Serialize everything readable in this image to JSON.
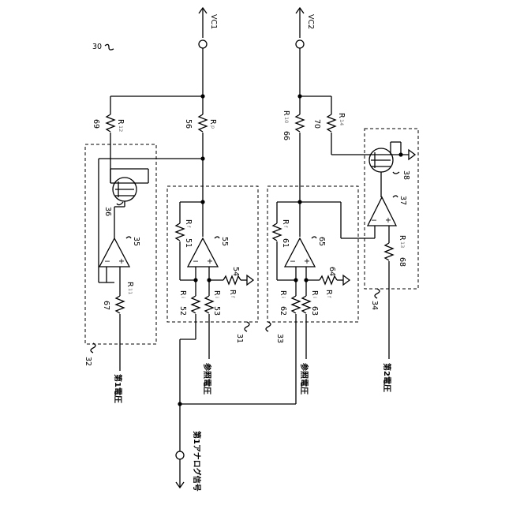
{
  "figure_number": "30",
  "terminals": {
    "vc1": "VC1",
    "vc2": "VC2",
    "first_analog_signal": "第1アナログ信号",
    "first_voltage": "第1電圧",
    "second_voltage": "第2電圧",
    "reference_voltage_a": "参照電圧",
    "reference_voltage_b": "参照電圧"
  },
  "blocks": [
    "31",
    "32",
    "33",
    "34"
  ],
  "components": {
    "r51": {
      "ref": "51",
      "sym": "R",
      "sub": "f"
    },
    "r52": {
      "ref": "52",
      "sym": "R",
      "sub": "i"
    },
    "r53": {
      "ref": "53",
      "sym": "R",
      "sub": "i"
    },
    "r54": {
      "ref": "54",
      "sym": "R",
      "sub": "f"
    },
    "r56": {
      "ref": "56",
      "sym": "R",
      "sub": "p"
    },
    "r61": {
      "ref": "61",
      "sym": "R",
      "sub": "f"
    },
    "r62": {
      "ref": "62",
      "sym": "R",
      "sub": "i"
    },
    "r63": {
      "ref": "63",
      "sym": "R",
      "sub": "i"
    },
    "r64": {
      "ref": "64",
      "sym": "R",
      "sub": "f"
    },
    "r66": {
      "ref": "66",
      "sym": "R",
      "sub": "10"
    },
    "r67": {
      "ref": "67",
      "sym": "R",
      "sub": "11"
    },
    "r68": {
      "ref": "68",
      "sym": "R",
      "sub": "13"
    },
    "r69": {
      "ref": "69",
      "sym": "R",
      "sub": "12"
    },
    "r70": {
      "ref": "70",
      "sym": "R",
      "sub": "14"
    },
    "op35": "35",
    "op55": "55",
    "op65": "65",
    "op37": "37",
    "fet36": "36",
    "fet38": "38"
  },
  "opamp_signs": {
    "minus": "−",
    "plus": "+"
  }
}
